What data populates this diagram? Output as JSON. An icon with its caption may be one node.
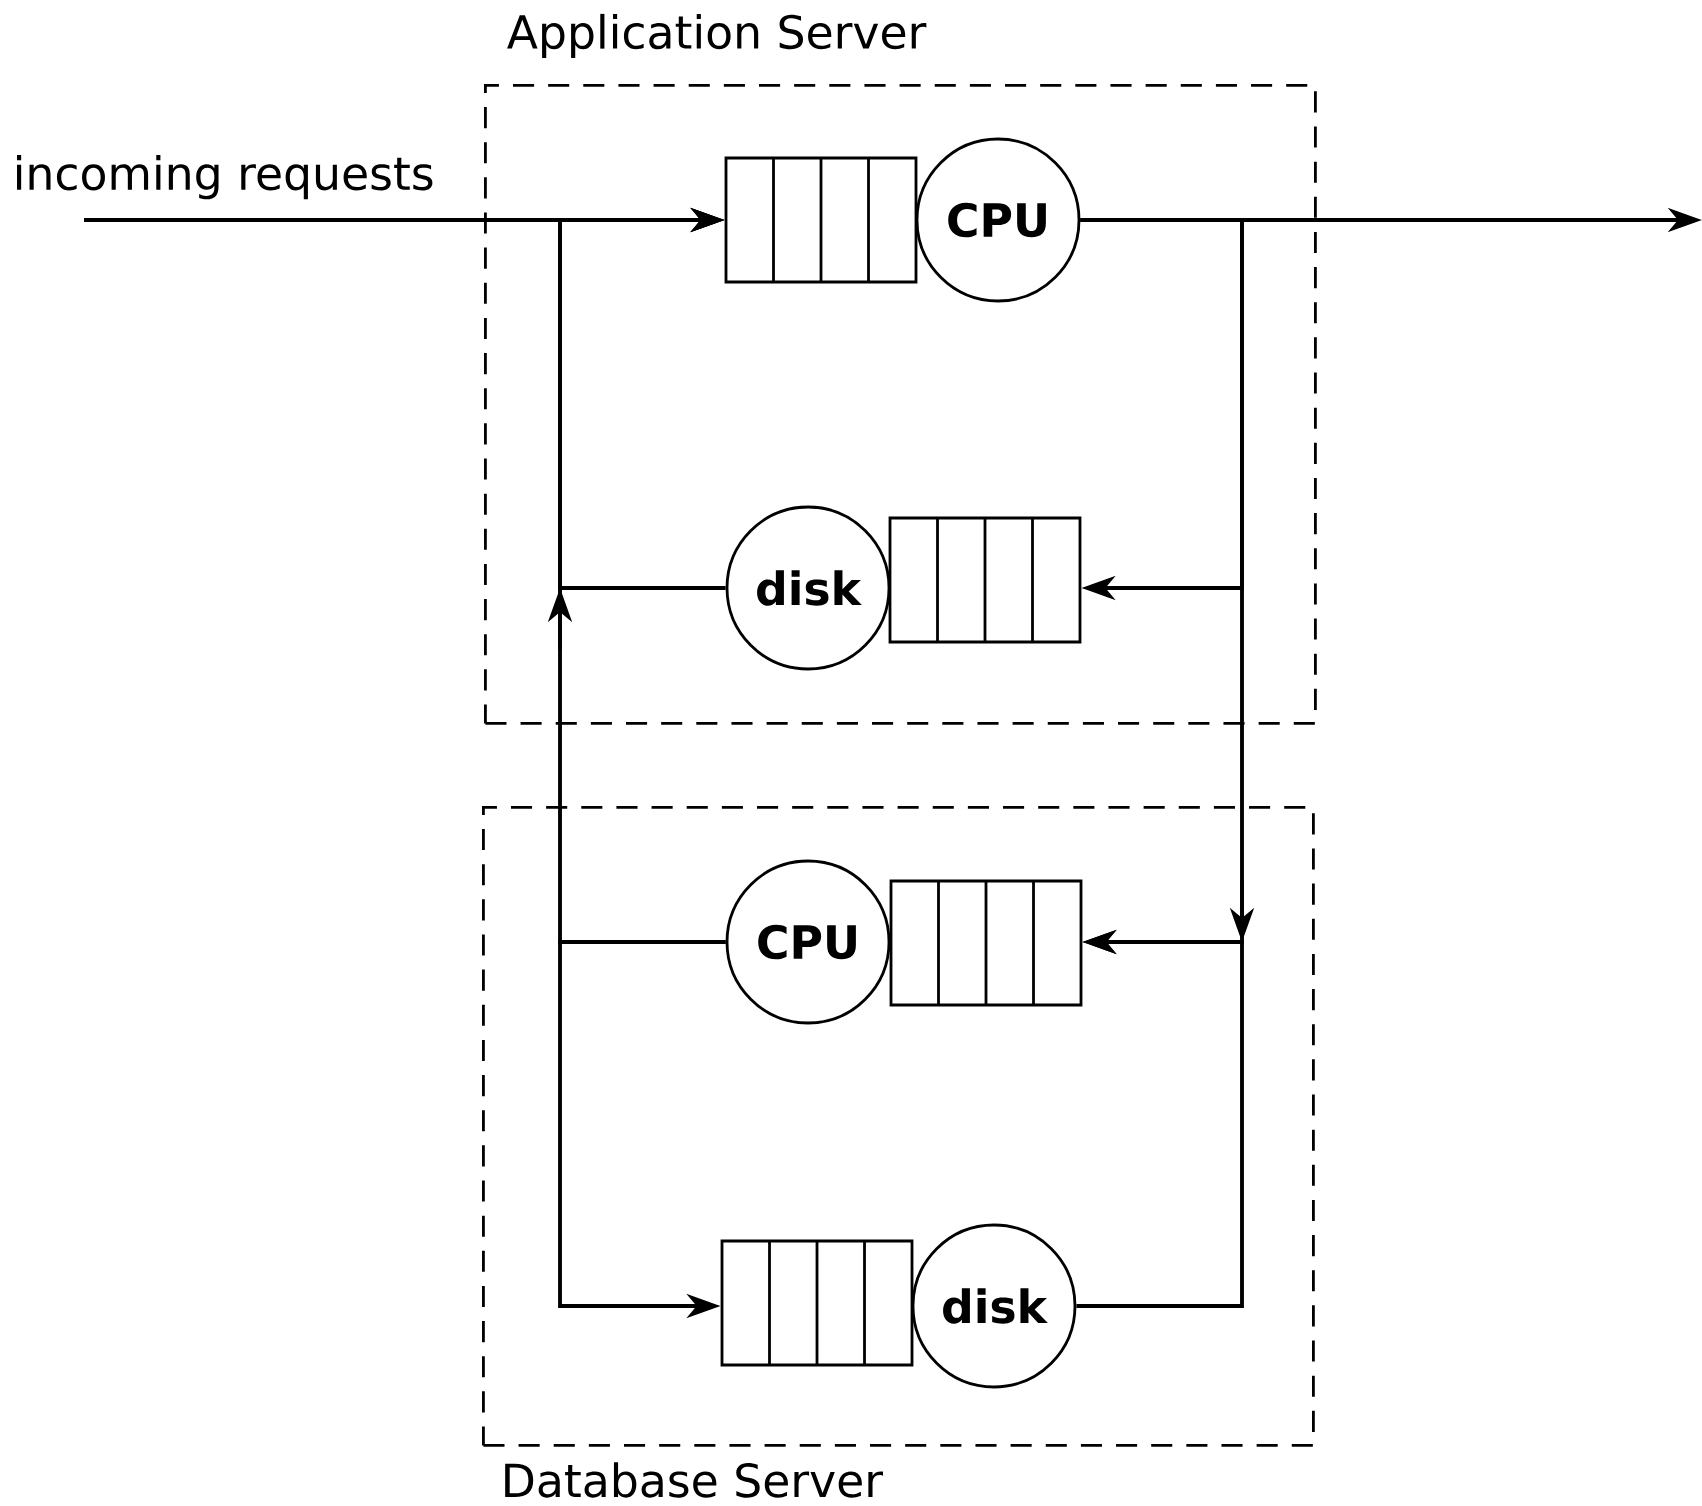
{
  "diagram": {
    "nodes": [
      {
        "text": [
          "Application Server"
        ]
      },
      {
        "text": [
          "Database Server"
        ]
      },
      {
        "text": [],
        "shape": "box",
        "in": 0
      },
      {
        "text": [
          "CPU"
        ],
        "in": 0
      },
      {
        "text": [
          "disk"
        ],
        "in": 0
      },
      {
        "text": [],
        "shape": "box",
        "in": 0
      },
      {
        "text": [
          "CPU"
        ],
        "in": 1
      },
      {
        "text": [],
        "shape": "box",
        "in": 1
      },
      {
        "text": [],
        "shape": "box",
        "in": 1
      },
      {
        "text": [
          "disk"
        ],
        "in": 1
      }
    ],
    "edges": [
      {
        "from": null,
        "to": 2,
        "arrow": "to",
        "label": "incoming requests"
      },
      {
        "from": 3,
        "to": null,
        "arrow": "to"
      },
      {
        "from": 3,
        "to": 5,
        "arrow": "to"
      },
      {
        "from": 3,
        "to": 7,
        "arrow": "to"
      },
      {
        "from": 9,
        "to": 7,
        "arrow": "to"
      },
      {
        "from": 4,
        "to": 2,
        "arrow": "to"
      },
      {
        "from": 6,
        "to": 2,
        "arrow": "to"
      },
      {
        "from": 6,
        "to": 8,
        "arrow": "to"
      }
    ]
  }
}
